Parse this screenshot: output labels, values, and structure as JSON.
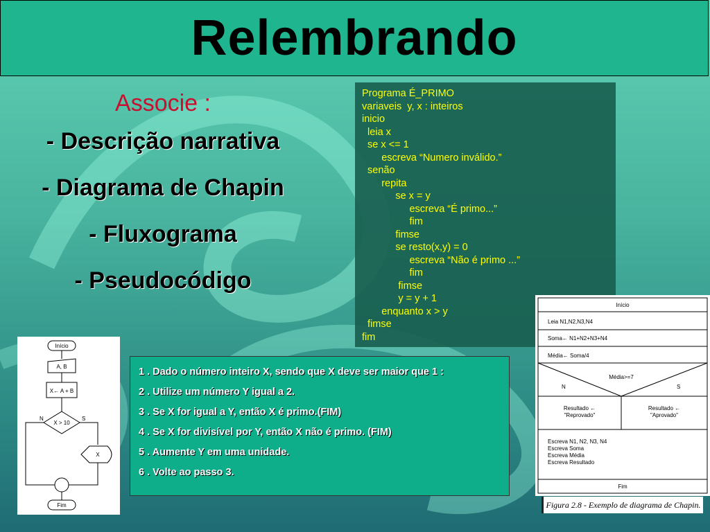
{
  "title": "Relembrando",
  "left": {
    "heading": "Associe :",
    "items": [
      "- Descrição narrativa",
      "- Diagrama de Chapin",
      "- Fluxograma",
      "- Pseudocódigo"
    ]
  },
  "code": [
    "Programa É_PRIMO",
    "variaveis  y, x : inteiros",
    "inicio",
    "  leia x",
    "  se x <= 1",
    "       escreva “Numero inválido.”",
    "  senão",
    "       repita",
    "            se x = y",
    "                 escreva “É primo...”",
    "                 fim",
    "            fimse",
    "            se resto(x,y) = 0",
    "                 escreva “Não é primo ...”",
    "                 fim",
    "             fimse",
    "             y = y + 1",
    "       enquanto x > y",
    "  fimse",
    "fim"
  ],
  "tasks": [
    "1 . Dado o número inteiro X, sendo que X deve ser maior que 1 :",
    "2 . Utilize um número Y igual a 2.",
    "3 . Se X for igual a Y, então X é primo.(FIM)",
    "4 . Se X for divisível por Y, então X não é primo. (FIM)",
    "5 . Aumente Y em uma unidade.",
    "6 . Volte ao passo 3."
  ],
  "flowchart": {
    "start": "Início",
    "input": "A, B",
    "process": "X← A +  B",
    "decision": "X > 10",
    "no": "N",
    "yes": "S",
    "output": "X",
    "end": "Fim"
  },
  "chapin": {
    "start": "Início",
    "read": "Leia    N1,N2,N3,N4",
    "sum": "Soma← N1+N2+N3+N4",
    "avg": "Média← Soma/4",
    "cond": "Média>=7",
    "no": "N",
    "yes": "S",
    "no_branch_1": "Resultado  ←",
    "no_branch_2": "\"Reprovado\"",
    "yes_branch_1": "Resultado  ←",
    "yes_branch_2": "\"Aprovado\"",
    "out1": "Escreva N1, N2, N3, N4",
    "out2": "Escreva Soma",
    "out3": "Escreva Média",
    "out4": "Escreva Resultado",
    "end": "Fim"
  },
  "caption": "Figura 2.8 - Exemplo de diagrama de Chapin.",
  "colors": {
    "title_bg": "#1fb68f",
    "code_text": "#ffff00",
    "heading": "#c8102e"
  }
}
